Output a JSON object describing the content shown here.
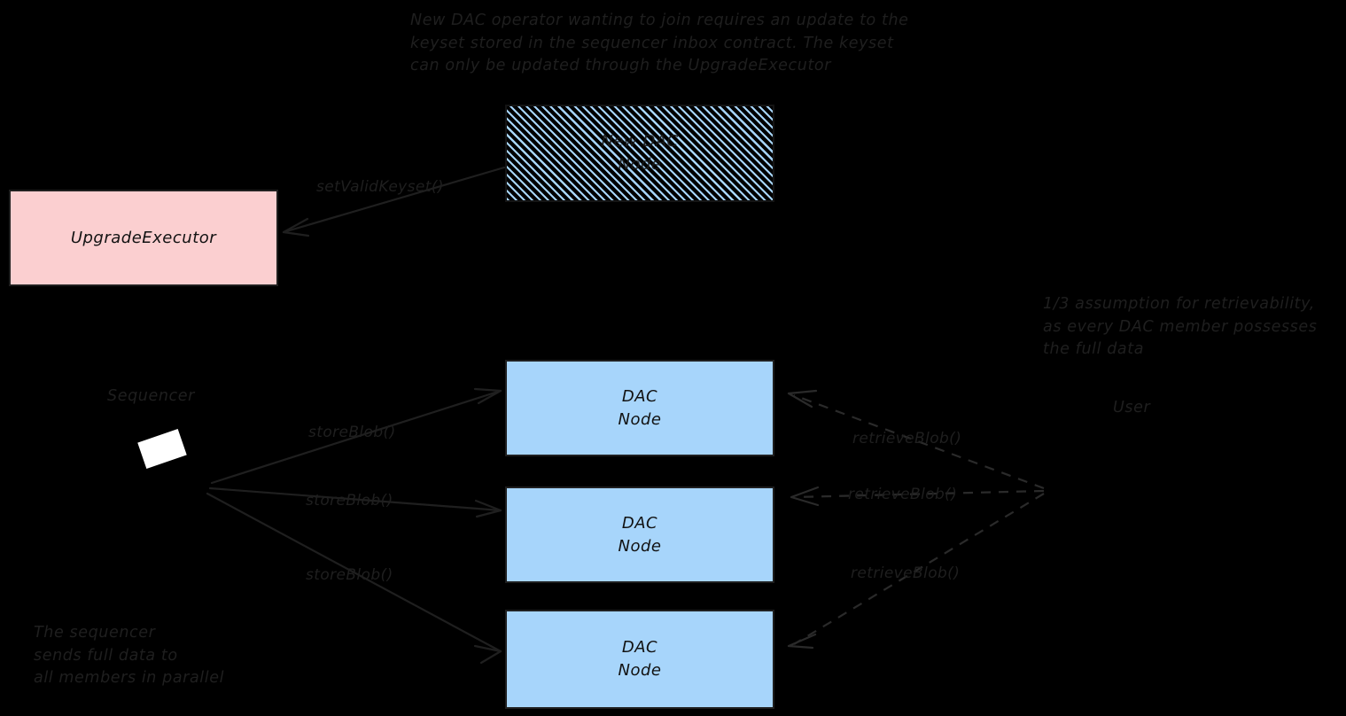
{
  "diagram": {
    "background_color": "#000000",
    "annotations": [
      {
        "name": "keyset-update-note",
        "text": "New DAC operator wanting to join requires an update to the\nkeyset stored in the sequencer inbox contract. The keyset\ncan only be updated through the UpgradeExecutor"
      },
      {
        "name": "retrievability-assumption-note",
        "text": "1/3 assumption for retrievability,\nas every DAC member possesses\nthe full data"
      },
      {
        "name": "sequencer-parallel-note",
        "text": "The sequencer\nsends full data to\nall members in parallel"
      }
    ],
    "nodes": [
      {
        "name": "upgrade-executor",
        "label": "UpgradeExecutor",
        "fill": "#fbcfd0",
        "stroke": "#1f1f1f"
      },
      {
        "name": "new-dac-node",
        "label": "New DAC\nNode",
        "fill": "#a7d5fb",
        "stroke": "#141414",
        "pattern": "diagonal-hatch"
      },
      {
        "name": "dac-node-1",
        "label": "DAC\nNode",
        "fill": "#a7d5fb",
        "stroke": "#1f1f1f"
      },
      {
        "name": "dac-node-2",
        "label": "DAC\nNode",
        "fill": "#a7d5fb",
        "stroke": "#1f1f1f"
      },
      {
        "name": "dac-node-3",
        "label": "DAC\nNode",
        "fill": "#a7d5fb",
        "stroke": "#1f1f1f"
      }
    ],
    "actors": [
      {
        "name": "sequencer",
        "label": "Sequencer"
      },
      {
        "name": "user",
        "label": "User"
      }
    ],
    "edges": [
      {
        "name": "set-valid-keyset",
        "label": "setValidKeyset()",
        "style": "solid",
        "from": "new-dac-node",
        "to": "upgrade-executor"
      },
      {
        "name": "store-blob-1",
        "label": "storeBlob()",
        "style": "solid",
        "from": "sequencer",
        "to": "dac-node-1"
      },
      {
        "name": "store-blob-2",
        "label": "storeBlob()",
        "style": "solid",
        "from": "sequencer",
        "to": "dac-node-2"
      },
      {
        "name": "store-blob-3",
        "label": "storeBlob()",
        "style": "solid",
        "from": "sequencer",
        "to": "dac-node-3"
      },
      {
        "name": "retrieve-blob-1",
        "label": "retrieveBlob()",
        "style": "dashed",
        "from": "user",
        "to": "dac-node-1"
      },
      {
        "name": "retrieve-blob-2",
        "label": "retrieveBlob()",
        "style": "dashed",
        "from": "user",
        "to": "dac-node-2"
      },
      {
        "name": "retrieve-blob-3",
        "label": "retrieveBlob()",
        "style": "dashed",
        "from": "user",
        "to": "dac-node-3"
      }
    ]
  }
}
